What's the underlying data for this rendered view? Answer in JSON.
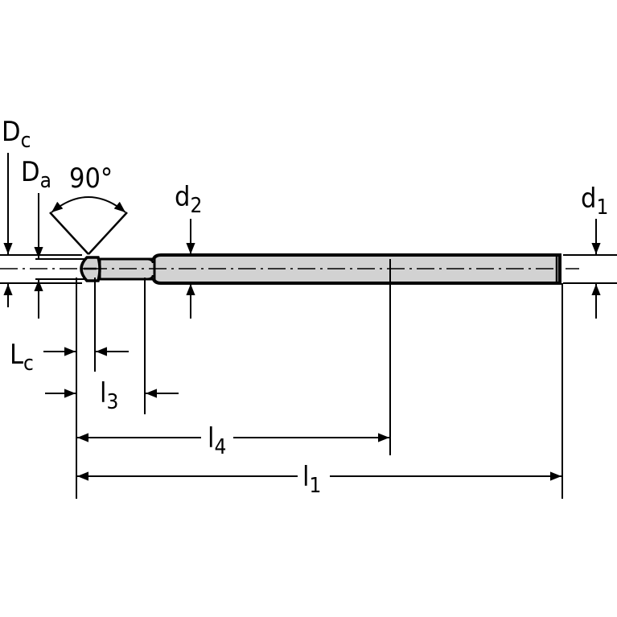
{
  "labels": {
    "dc": {
      "main": "D",
      "sub": "c"
    },
    "da": {
      "main": "D",
      "sub": "a"
    },
    "angle": "90°",
    "d2": {
      "main": "d",
      "sub": "2"
    },
    "d1": {
      "main": "d",
      "sub": "1"
    },
    "lc": {
      "main": "L",
      "sub": "c"
    },
    "l3": {
      "main": "l",
      "sub": "3"
    },
    "l4": {
      "main": "l",
      "sub": "4"
    },
    "l1": {
      "main": "l",
      "sub": "1"
    }
  }
}
